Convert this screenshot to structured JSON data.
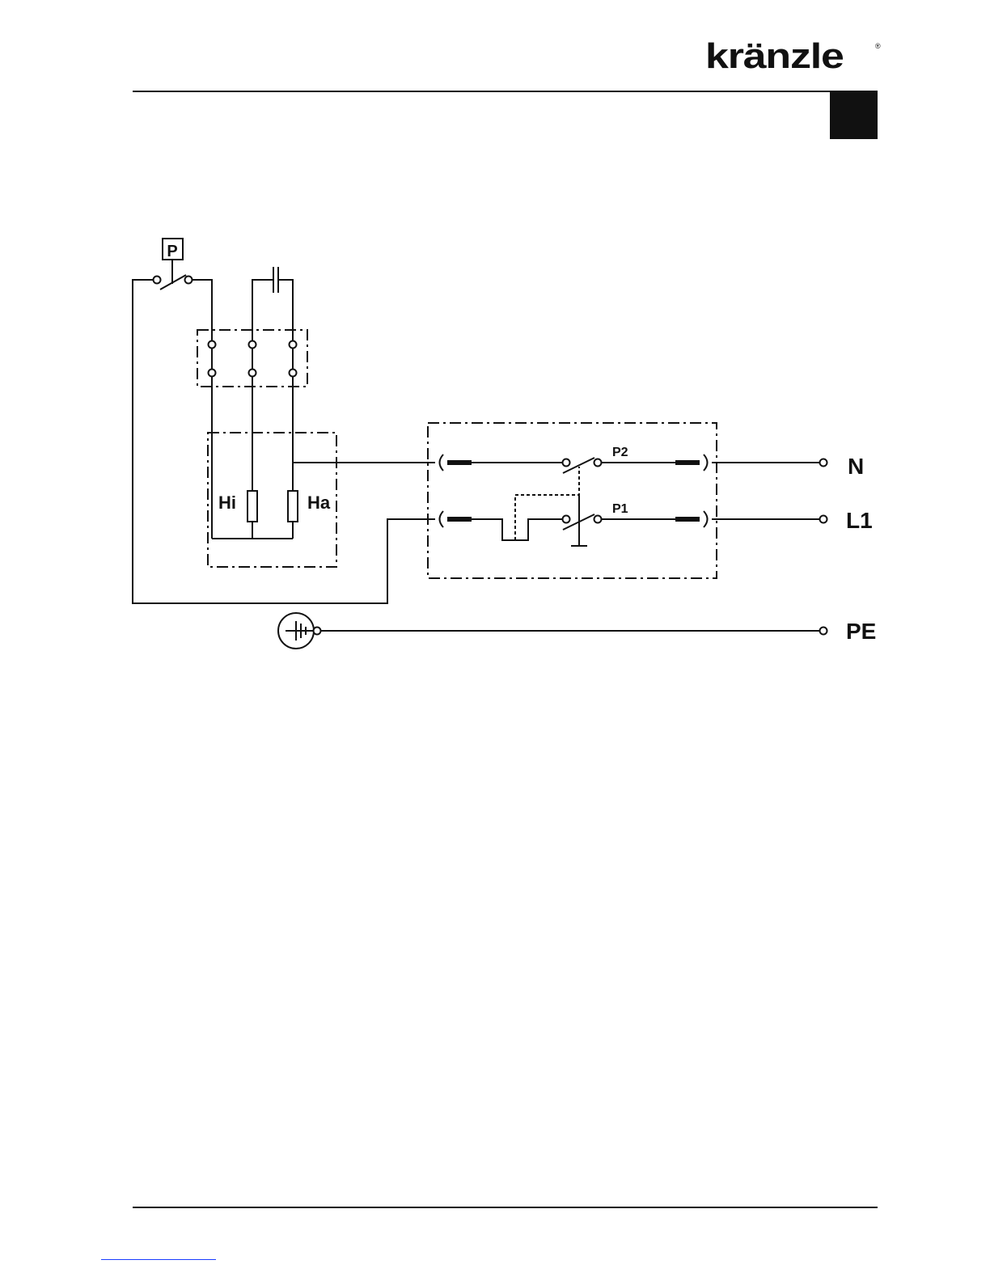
{
  "header": {
    "brand": "kränzle",
    "registered_mark": "®"
  },
  "diagram": {
    "pressure_switch_label": "P",
    "heater_inner_label": "Hi",
    "heater_outer_label": "Ha",
    "switch_p2_label": "P2",
    "switch_p1_label": "P1",
    "terminal_n_label": "N",
    "terminal_l1_label": "L1",
    "terminal_pe_label": "PE"
  },
  "colors": {
    "ink": "#111111",
    "link_underline": "#1a3cff"
  }
}
